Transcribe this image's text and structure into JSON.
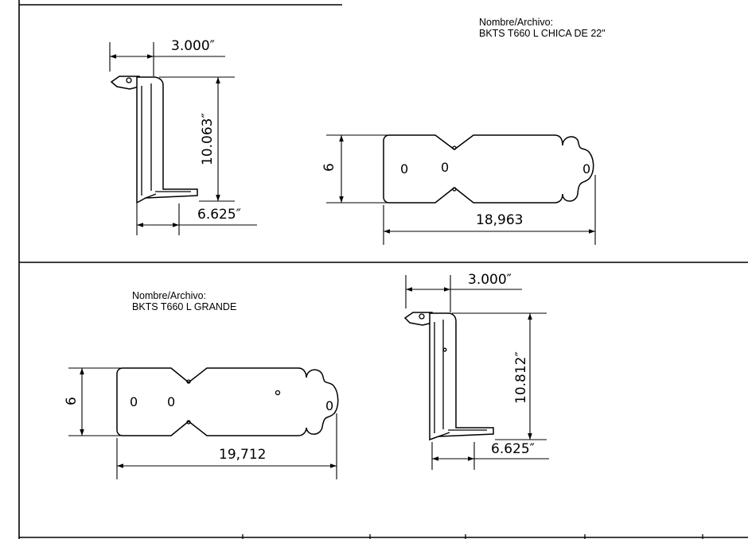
{
  "top_panel": {
    "file_label": "Nombre/Archivo:",
    "file_name": "BKTS T660 L CHICA DE  22\"",
    "bracket_top_dim": "3.000″",
    "bracket_height_dim": "10.063″",
    "bracket_base_dim": "6.625″",
    "flat_height_dim": "6",
    "flat_length_dim": "18,963",
    "hole_marks": [
      "0",
      "0",
      "0"
    ]
  },
  "bottom_panel": {
    "file_label": "Nombre/Archivo:",
    "file_name": "BKTS T660 L GRANDE",
    "bracket_top_dim": "3.000″",
    "bracket_height_dim": "10.812″",
    "bracket_base_dim": "6.625″",
    "flat_height_dim": "6",
    "flat_length_dim": "19,712",
    "hole_marks": [
      "0",
      "0",
      "0"
    ]
  }
}
